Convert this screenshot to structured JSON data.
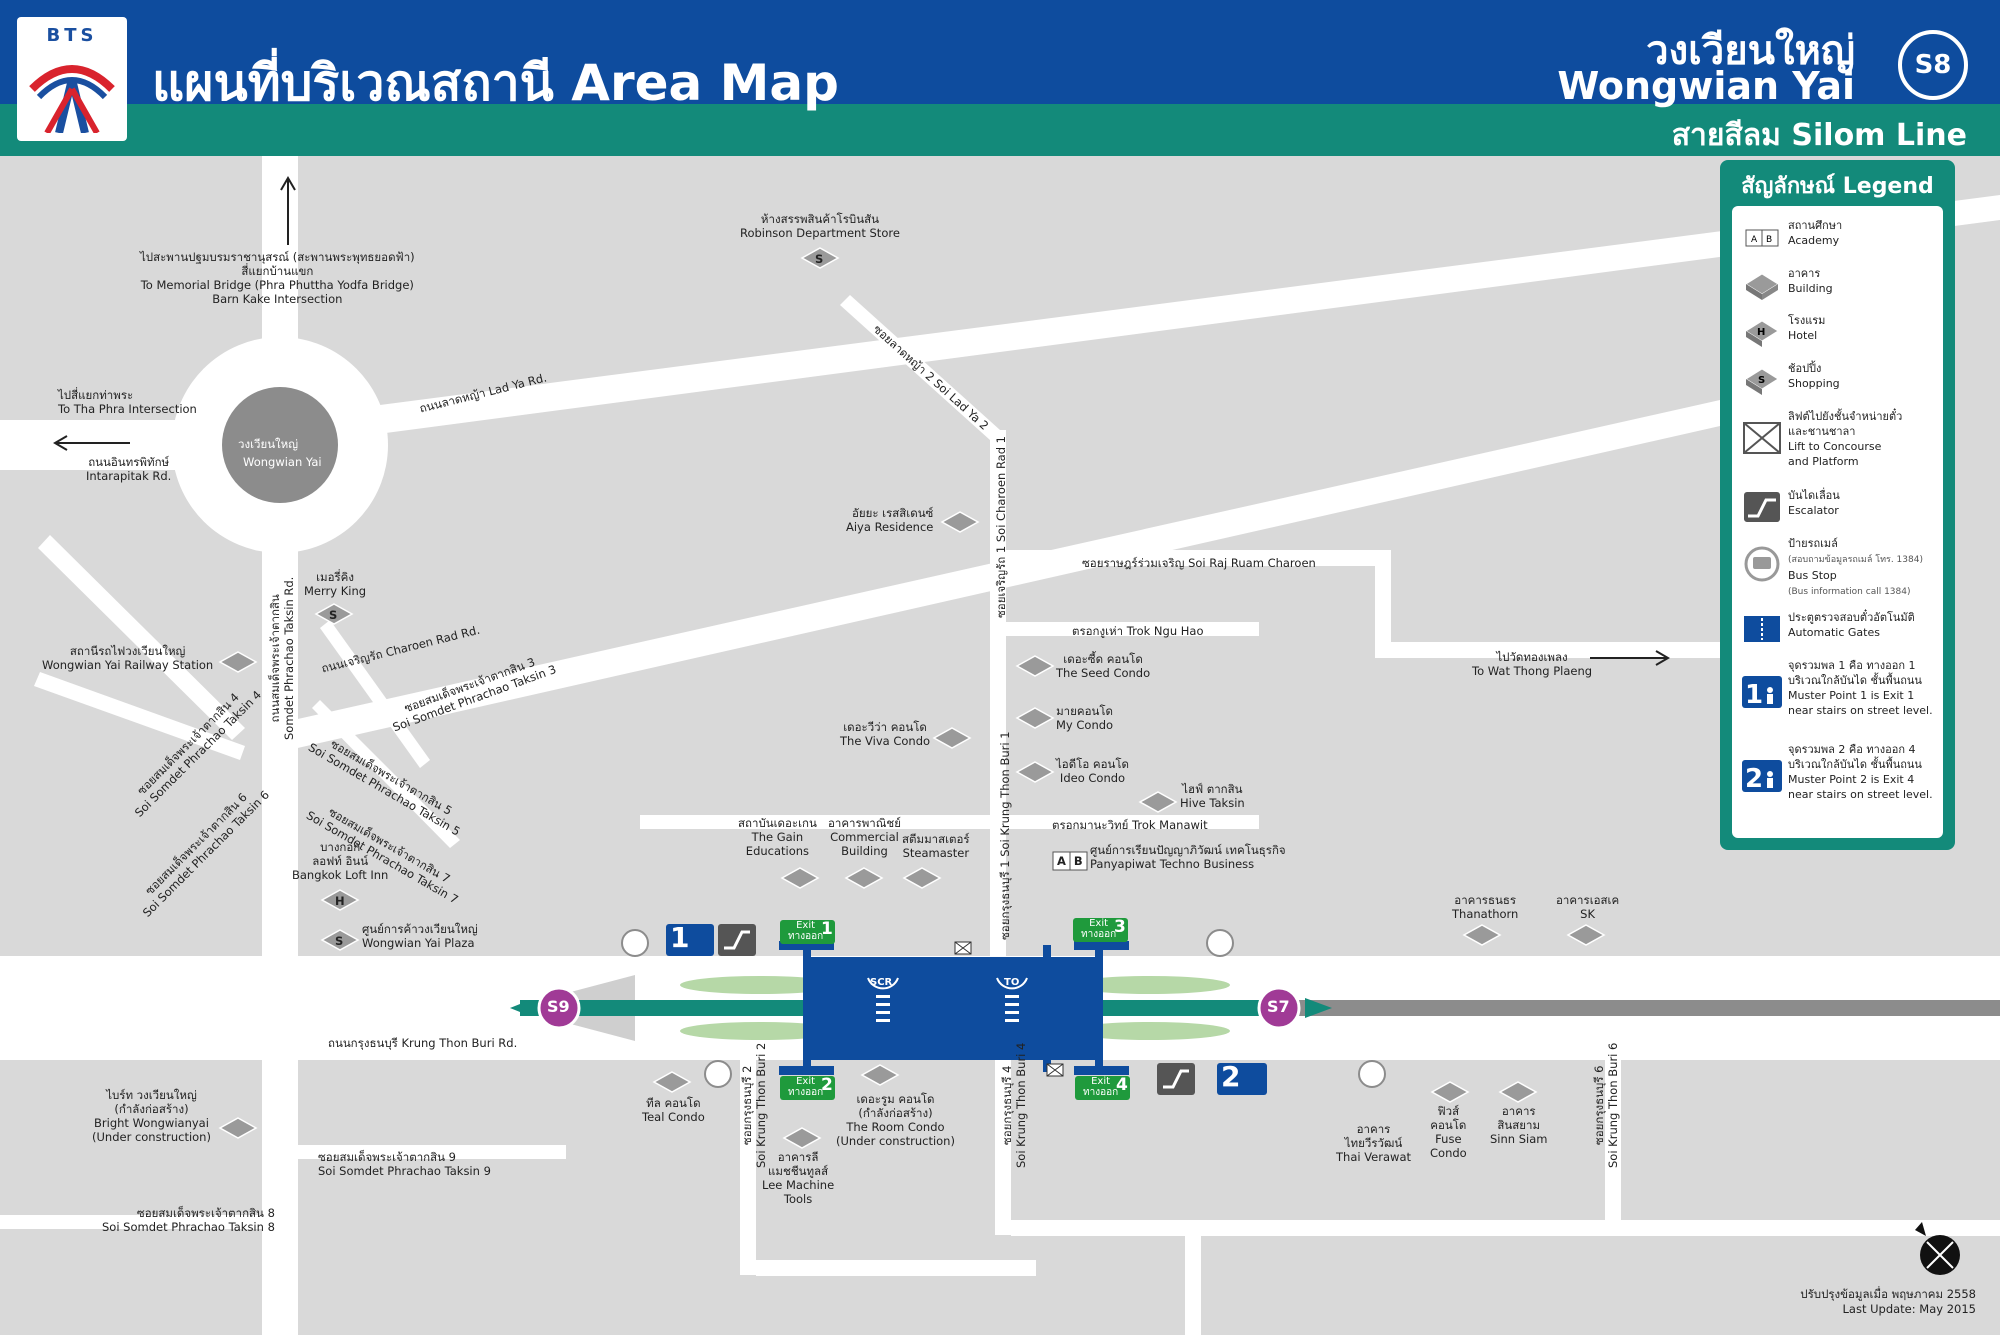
{
  "header": {
    "logo_text": "BTS",
    "title": "แผนที่บริเวณสถานี Area Map",
    "station_th": "วงเวียนใหญ่",
    "station_en": "Wongwian Yai",
    "station_code": "S8",
    "line_name": "สายสีลม Silom Line"
  },
  "colors": {
    "blue": "#0e4c9e",
    "green": "#138a7a",
    "road": "#ffffff",
    "block": "#d9d9d9",
    "station_code": "#a03a96",
    "exit": "#1f9a3c",
    "track_future": "#8c8c8c"
  },
  "roundabout": {
    "th": "วงเวียนใหญ่",
    "en": "Wongwian Yai"
  },
  "stations": {
    "prev": "S9",
    "next": "S7",
    "platform_left": "SCR",
    "platform_right": "TO"
  },
  "exits": [
    {
      "label": "Exit",
      "label_th": "ทางออก",
      "num": "1"
    },
    {
      "label": "Exit",
      "label_th": "ทางออก",
      "num": "2"
    },
    {
      "label": "Exit",
      "label_th": "ทางออก",
      "num": "3"
    },
    {
      "label": "Exit",
      "label_th": "ทางออก",
      "num": "4"
    }
  ],
  "muster": [
    "1",
    "2"
  ],
  "places": {
    "memorial_bridge": "ไปสะพานปฐมบรมราชานุสรณ์ (สะพานพระพุทธยอดฟ้า)\nสี่แยกบ้านแขก\nTo Memorial Bridge (Phra Phuttha Yodfa Bridge)\nBarn Kake Intersection",
    "tha_phra": "ไปสี่แยกท่าพระ\nTo Tha Phra Intersection",
    "intarapitak": "ถนนอินทรพิทักษ์\nIntarapitak Rd.",
    "robinson": "ห้างสรรพสินค้าโรบินสัน\nRobinson Department Store",
    "lad_ya": "ถนนลาดหญ้า Lad Ya Rd.",
    "lad_ya_2": "ซอยลาดหญ้า 2 Soi Lad Ya 2",
    "charoen_rat": "ถนนเจริญรัถ Charoen Rad Rd.",
    "charoen_rat_1": "ซอยเจริญรัถ 1 Soi Charoen Rad 1",
    "raj_ruam": "ซอยราษฎร์ร่วมเจริญ Soi Raj Ruam Charoen",
    "ngu_hao": "ตรอกงูเห่า Trok Ngu Hao",
    "manawit": "ตรอกมานะวิทย์ Trok Manawit",
    "wat_thong_plaeng": "ไปวัดทองเพลง\nTo Wat Thong Plaeng",
    "aiya": "อัยยะ เรสสิเดนซ์\nAiya Residence",
    "merry_king": "เมอรี่คิง\nMerry King",
    "railway": "สถานีรถไฟวงเวียนใหญ่\nWongwian Yai Railway Station",
    "taksin_rd": "ถนนสมเด็จพระเจ้าตากสิน\nSomdet Phrachao Taksin Rd.",
    "taksin_3": "ซอยสมเด็จพระเจ้าตากสิน 3\nSoi Somdet Phrachao Taksin 3",
    "taksin_4": "ซอยสมเด็จพระเจ้าตากสิน 4\nSoi Somdet Phrachao Taksin 4",
    "taksin_5": "ซอยสมเด็จพระเจ้าตากสิน 5\nSoi Somdet Phrachao Taksin 5",
    "taksin_6": "ซอยสมเด็จพระเจ้าตากสิน 6\nSoi Somdet Phrachao Taksin 6",
    "taksin_7": "ซอยสมเด็จพระเจ้าตากสิน 7\nSoi Somdet Phrachao Taksin 7",
    "taksin_8": "ซอยสมเด็จพระเจ้าตากสิน 8\nSoi Somdet Phrachao Taksin 8",
    "taksin_9": "ซอยสมเด็จพระเจ้าตากสิน 9\nSoi Somdet Phrachao Taksin 9",
    "bangkok_loft": "บางกอก\nลอฟท์ อินน์\nBangkok Loft Inn",
    "wongwian_plaza": "ศูนย์การค้าวงเวียนใหญ่\nWongwian Yai Plaza",
    "gain": "สถาบันเดอะเกน\nThe Gain\nEducations",
    "commercial": "อาคารพาณิชย์\nCommercial\nBuilding",
    "steamaster": "สตีมมาสเตอร์\nSteamaster",
    "viva": "เดอะวีว่า คอนโด\nThe Viva Condo",
    "seed": "เดอะซี้ด คอนโด\nThe Seed Condo",
    "my_condo": "มายคอนโด\nMy Condo",
    "ideo": "ไอดีโอ คอนโด\nIdeo Condo",
    "hive": "ไฮฟ์ ตากสิน\nHive Taksin",
    "panyapiwat": "ศูนย์การเรียนปัญญาภิวัฒน์ เทคโนธุรกิจ\nPanyapiwat Techno Business",
    "thanathorn": "อาคารธนธร\nThanathorn",
    "sk": "อาคารเอสเค\nSK",
    "krung_thon_rd": "ถนนกรุงธนบุรี Krung Thon Buri Rd.",
    "bright": "ไบร์ท วงเวียนใหญ่\n(กำลังก่อสร้าง)\nBright Wongwianyai\n(Under construction)",
    "teal": "ทีล คอนโด\nTeal Condo",
    "kt2": "ซอยกรุงธนบุรี 2\nSoi Krung Thon Buri 2",
    "kt1": "ซอยกรุงธนบุรี 1 Soi Krung Thon Buri 1",
    "kt4": "ซอยกรุงธนบุรี 4\nSoi Krung Thon Buri 4",
    "kt6": "ซอยกรุงธนบุรี 6\nSoi Krung Thon Buri 6",
    "lee_machine": "อาคารลี\nแมชชีนทูลส์\nLee Machine\nTools",
    "room_condo": "เดอะรูม คอนโด\n(กำลังก่อสร้าง)\nThe Room Condo\n(Under construction)",
    "thai_verawat": "อาคาร\nไทยวีรวัฒน์\nThai Verawat",
    "fuse": "ฟิวส์\nคอนโด\nFuse\nCondo",
    "sinn_siam": "อาคาร\nสินสยาม\nSinn Siam"
  },
  "legend": {
    "title": "สัญลักษณ์ Legend",
    "items": [
      {
        "icon": "academy-icon",
        "th": "สถานศึกษา",
        "en": "Academy"
      },
      {
        "icon": "building-icon",
        "th": "อาคาร",
        "en": "Building"
      },
      {
        "icon": "hotel-icon",
        "th": "โรงแรม",
        "en": "Hotel"
      },
      {
        "icon": "shopping-icon",
        "th": "ช้อปปิ้ง",
        "en": "Shopping"
      },
      {
        "icon": "lift-icon",
        "th": "ลิฟต์ไปยังชั้นจำหน่ายตั๋ว\nและชานชาลา",
        "en": "Lift to Concourse\nand Platform"
      },
      {
        "icon": "escalator-icon",
        "th": "บันไดเลื่อน",
        "en": "Escalator"
      },
      {
        "icon": "bus-stop-icon",
        "th": "ป้ายรถเมล์",
        "th_small": "(สอบถามข้อมูลรถเมล์ โทร. 1384)",
        "en": "Bus Stop",
        "en_small": "(Bus information call 1384)"
      },
      {
        "icon": "gate-icon",
        "th": "ประตูตรวจสอบตั๋วอัตโนมัติ",
        "en": "Automatic Gates"
      },
      {
        "icon": "muster-1-icon",
        "th": "จุดรวมพล 1 คือ ทางออก 1\nบริเวณใกล้บันได ชั้นพื้นถนน",
        "en": "Muster Point 1 is Exit 1\nnear stairs on street level."
      },
      {
        "icon": "muster-2-icon",
        "th": "จุดรวมพล 2 คือ ทางออก 4\nบริเวณใกล้บันได ชั้นพื้นถนน",
        "en": "Muster Point 2 is Exit 4\nnear stairs on street level."
      }
    ]
  },
  "update": "ปรับปรุงข้อมูลเมื่อ พฤษภาคม 2558\nLast Update: May 2015"
}
